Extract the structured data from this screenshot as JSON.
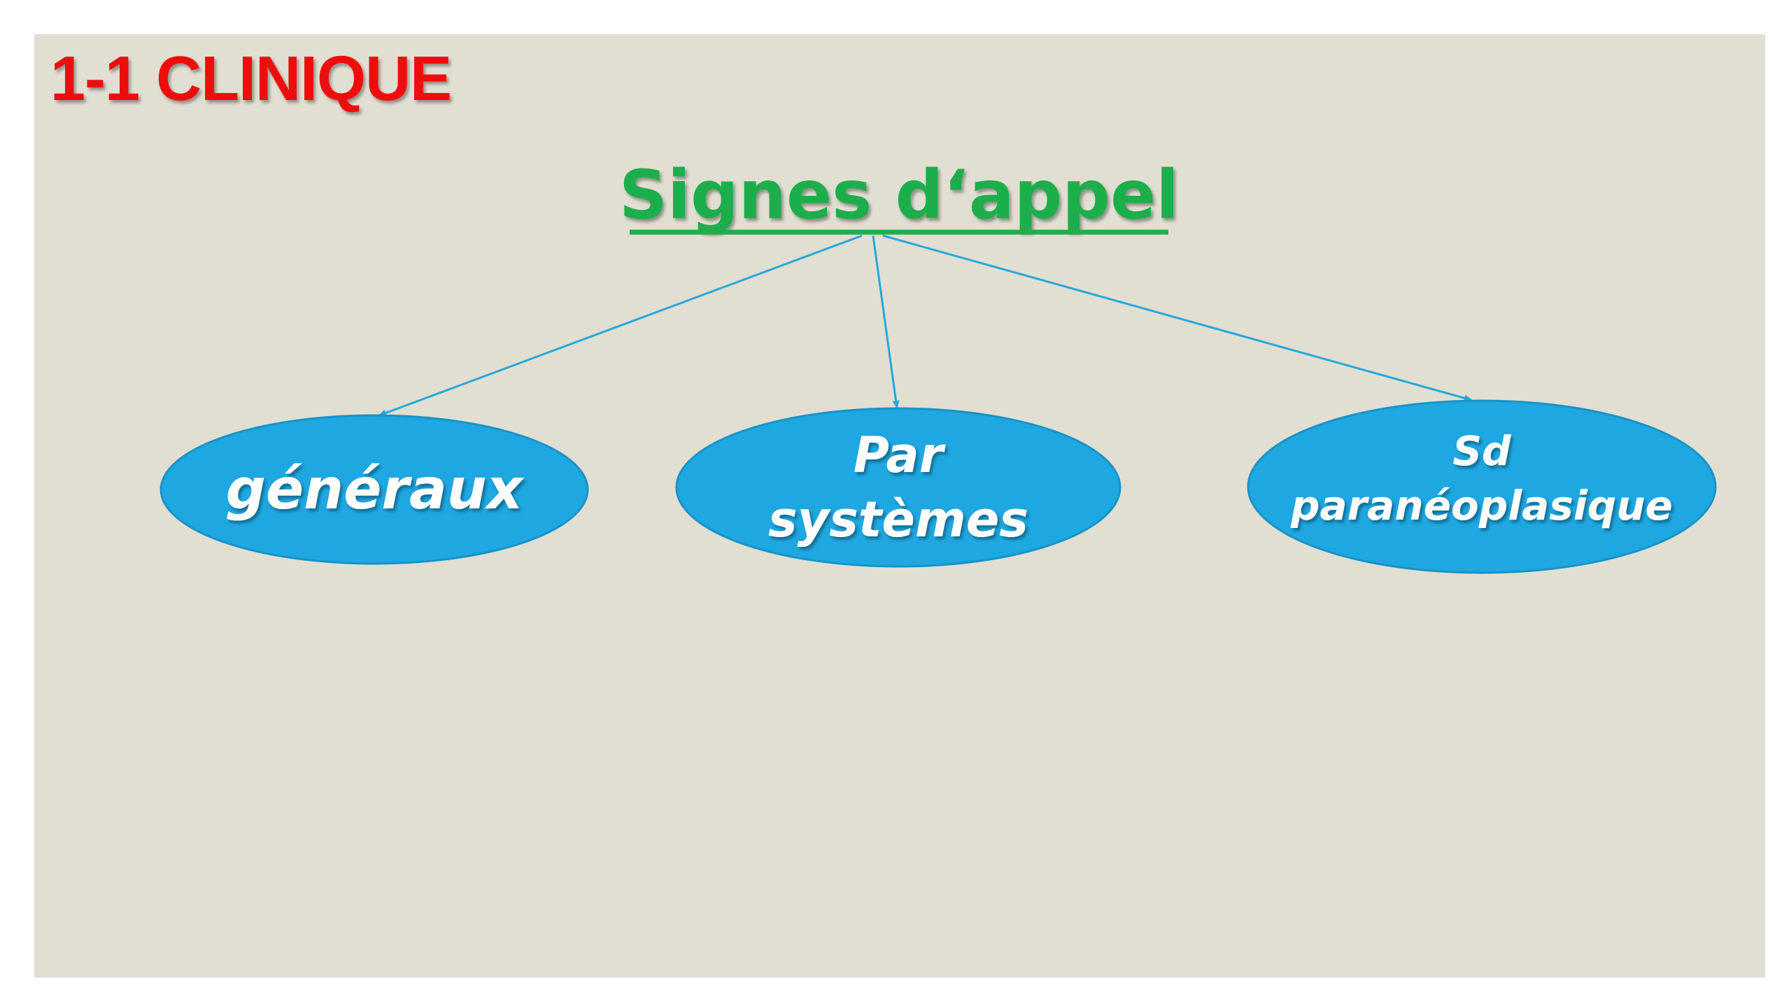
{
  "slide": {
    "title": "1-1 CLINIQUE",
    "title_color": "#ee1111",
    "background_color": "#e1ded2"
  },
  "diagram": {
    "root": {
      "label": "Signes d‘appel",
      "color": "#1fae4b",
      "underlined": true
    },
    "node_color": "#1ea7e1",
    "connector_color": "#29a7dc",
    "nodes": [
      {
        "lines": [
          "généraux"
        ]
      },
      {
        "lines": [
          "Par",
          "systèmes"
        ]
      },
      {
        "lines": [
          "Sd",
          "paranéoplasique"
        ]
      }
    ]
  }
}
